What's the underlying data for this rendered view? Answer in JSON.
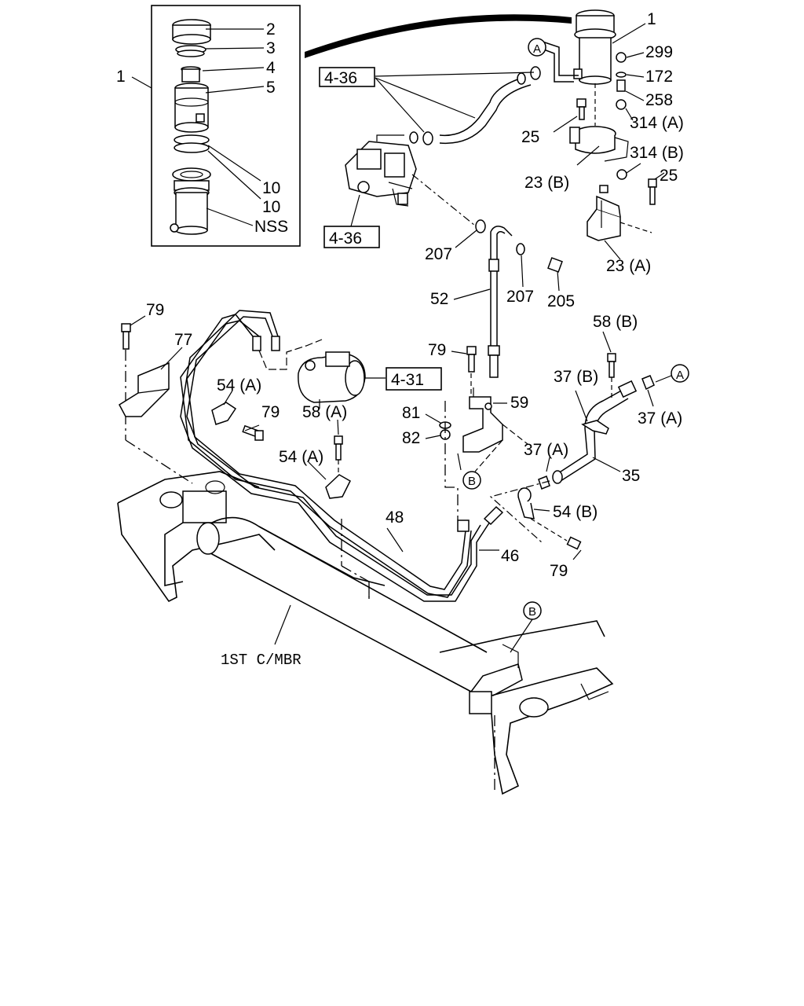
{
  "labels": {
    "l1a": "1",
    "l2": "2",
    "l3": "3",
    "l4": "4",
    "l5": "5",
    "l10a": "10",
    "l10b": "10",
    "lnss": "NSS",
    "l1b": "1",
    "l299": "299",
    "l172": "172",
    "l258": "258",
    "l25a": "25",
    "l314a": "314 (A)",
    "l314b": "314 (B)",
    "l23b": "23 (B)",
    "l25b": "25",
    "l23a": "23 (A)",
    "l207a": "207",
    "l52": "52",
    "l207b": "207",
    "l205": "205",
    "l79a": "79",
    "l77": "77",
    "l54a1": "54 (A)",
    "l79b": "79",
    "l58a": "58 (A)",
    "l54a2": "54 (A)",
    "l79c": "79",
    "l81": "81",
    "l82": "82",
    "l59": "59",
    "l58b": "58 (B)",
    "l37b": "37 (B)",
    "l37a1": "37 (A)",
    "l37a2": "37 (A)",
    "l35": "35",
    "l54b": "54 (B)",
    "l48": "48",
    "l46": "46",
    "l79d": "79",
    "lmbr": "1ST C/MBR"
  },
  "refs": {
    "r436a": "4-36",
    "r436b": "4-36",
    "r431": "4-31"
  },
  "markers": {
    "mA1": "A",
    "mA2": "A",
    "mB1": "B",
    "mB2": "B"
  }
}
